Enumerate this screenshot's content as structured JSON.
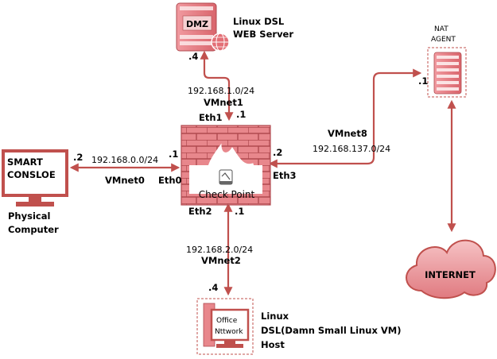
{
  "nodes": {
    "dmz": {
      "badge": "DMZ",
      "line1": "Linux DSL",
      "line2": "WEB Server",
      "ip": ".4"
    },
    "nat": {
      "line1": "NAT",
      "line2": "AGENT",
      "ip": ".1"
    },
    "console": {
      "line1": "SMART",
      "line2": "CONSLOE",
      "ip": ".2",
      "caption1": "Physical",
      "caption2": "Computer"
    },
    "firewall": {
      "label": "Check Point"
    },
    "internet": {
      "label": "INTERNET"
    },
    "office": {
      "badge1": "Office",
      "badge2": "Nttwork",
      "line1": "Linux",
      "line2": "DSL(Damn Small Linux VM)",
      "line3": "Host",
      "ip": ".4"
    }
  },
  "links": {
    "vmnet1": {
      "subnet": "192.168.1.0/24",
      "name": "VMnet1",
      "iface": "Eth1",
      "fw_ip": ".1"
    },
    "vmnet0": {
      "subnet": "192.168.0.0/24",
      "name": "VMnet0",
      "iface": "Eth0",
      "fw_ip": ".1"
    },
    "vmnet8": {
      "subnet": "192.168.137.0/24",
      "name": "VMnet8",
      "iface": "Eth3",
      "fw_ip": ".2"
    },
    "vmnet2": {
      "subnet": "192.168.2.0/24",
      "name": "VMnet2",
      "iface": "Eth2",
      "fw_ip": ".1"
    }
  },
  "colors": {
    "accent": "#c0504d",
    "fill": "#e8878c",
    "fill_light": "#f4b6b8",
    "dark": "#7f2a28"
  }
}
